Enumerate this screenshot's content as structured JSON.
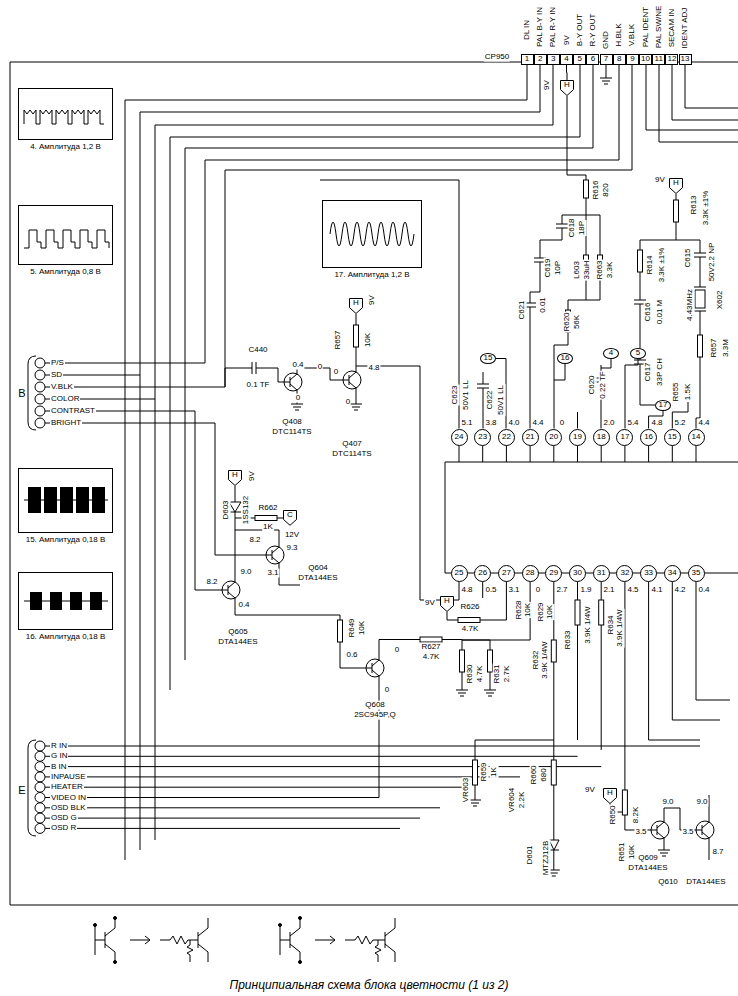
{
  "diagram": {
    "caption": "Принципиальная схема блока цветности (1 из 2)",
    "nodes": [
      {
        "text": [
          "1"
        ]
      },
      {
        "text": [
          "2"
        ]
      },
      {
        "text": [
          "3"
        ]
      },
      {
        "text": [
          "4"
        ]
      },
      {
        "text": [
          "5"
        ]
      },
      {
        "text": [
          "6"
        ]
      },
      {
        "text": [
          "7"
        ]
      },
      {
        "text": [
          "8"
        ]
      },
      {
        "text": [
          "9"
        ]
      },
      {
        "text": [
          "10"
        ]
      },
      {
        "text": [
          "11"
        ]
      },
      {
        "text": [
          "12"
        ]
      },
      {
        "text": [
          "13"
        ]
      },
      {
        "text": [
          "H"
        ]
      },
      {
        "text": [
          "H"
        ]
      },
      {
        "text": [
          "4. Амплитуда 1,2 В"
        ]
      },
      {
        "text": [
          "5. Амплитуда 0,8 В"
        ]
      },
      {
        "text": [
          "17. Амплитуда 1,2 В"
        ]
      },
      {
        "text": [
          "H"
        ]
      },
      {
        "text": [
          "15"
        ]
      },
      {
        "text": [
          "16"
        ]
      },
      {
        "text": [
          "4"
        ]
      },
      {
        "text": [
          "5"
        ]
      },
      {
        "text": [
          "17"
        ]
      },
      {
        "text": [
          "24"
        ]
      },
      {
        "text": [
          "23"
        ]
      },
      {
        "text": [
          "22"
        ]
      },
      {
        "text": [
          "21"
        ]
      },
      {
        "text": [
          "20"
        ]
      },
      {
        "text": [
          "19"
        ]
      },
      {
        "text": [
          "18"
        ]
      },
      {
        "text": [
          "17"
        ]
      },
      {
        "text": [
          "16"
        ]
      },
      {
        "text": [
          "15"
        ]
      },
      {
        "text": [
          "14"
        ]
      },
      {
        "text": [
          "H"
        ]
      },
      {
        "text": [
          "C"
        ]
      },
      {
        "text": [
          "15. Амплитуда 0,18 В"
        ]
      },
      {
        "text": [
          "25"
        ]
      },
      {
        "text": [
          "26"
        ]
      },
      {
        "text": [
          "27"
        ]
      },
      {
        "text": [
          "28"
        ]
      },
      {
        "text": [
          "29"
        ]
      },
      {
        "text": [
          "30"
        ]
      },
      {
        "text": [
          "31"
        ]
      },
      {
        "text": [
          "32"
        ]
      },
      {
        "text": [
          "33"
        ]
      },
      {
        "text": [
          "34"
        ]
      },
      {
        "text": [
          "35"
        ]
      },
      {
        "text": [
          "H"
        ]
      },
      {
        "text": [
          "16. Амплитуда 0,18 В"
        ]
      },
      {
        "text": [
          "H"
        ]
      }
    ],
    "edges": [
      {
        "from": 3,
        "to": 13,
        "arrow": "none"
      }
    ],
    "labels": [
      "CP950",
      "DL IN",
      "PAL B-Y IN",
      "PAL R-Y IN",
      "9V",
      "B-Y OUT",
      "R-Y OUT",
      "GND",
      "H.BLK",
      "V.BLK",
      "PAL IDENT",
      "PAL SW/NE",
      "SECAM IN",
      "IDENT ADJ",
      "9V",
      "9V",
      "R616",
      "820",
      "C618",
      "18P",
      "C619",
      "10P",
      "L603",
      "33uH",
      "R663",
      "3.3K",
      "C621",
      "0.01",
      "R620",
      "56K",
      "C620",
      "0.22 TF",
      "C623",
      "50V1 LL",
      "C622",
      "50V1 LL",
      "R613",
      "3.3K ±1%",
      "C615",
      "50V2.2 NP",
      "R614",
      "3.3K ±1%",
      "C616",
      "0.01 M",
      "4.43MHz",
      "X602",
      "R657",
      "3.3M",
      "C617",
      "33P CH",
      "R655",
      "1.5K",
      "5.1",
      "3.8",
      "4.0",
      "4.4",
      "0",
      "2.0",
      "5.4",
      "4.8",
      "5.2",
      "4.4",
      "4.8",
      "0.5",
      "3.1",
      "0",
      "2.7",
      "1.9",
      "2.1",
      "4.5",
      "4.1",
      "4.2",
      "0.4",
      "C440",
      "0.1 TF",
      "0.4",
      "0",
      "0",
      "Q408",
      "DTC114TS",
      "R657",
      "10K",
      "9V",
      "0",
      "4.8",
      "0",
      "Q407",
      "DTC114TS",
      "D603",
      "1SS132",
      "9V",
      "R662",
      "1K",
      "12V",
      "8.2",
      "9.3",
      "3.1",
      "Q604",
      "DTA144ES",
      "8.2",
      "9.0",
      "0.4",
      "Q605",
      "DTA144ES",
      "R649",
      "10K",
      "0.6",
      "0",
      "0",
      "Q608",
      "2SC945P,Q",
      "9V",
      "R626",
      "4.7K",
      "R627",
      "4.7K",
      "R628",
      "10K",
      "R629",
      "10K",
      "R630",
      "4.7K",
      "R631",
      "2.7K",
      "R632",
      "3.9K 1/4W",
      "R633",
      "3.9K 1/4W",
      "R634",
      "3.9K 1/4W",
      "VR603",
      "R659",
      "1K",
      "VR604",
      "2.2K",
      "R660",
      "680",
      "D601",
      "MTZJ12B",
      "9V",
      "R650",
      "8.2K",
      "9.0",
      "3.5",
      "R651",
      "10K",
      "Q609",
      "DTA144ES",
      "9.0",
      "3.5",
      "8.7",
      "Q610",
      "DTA144ES",
      "B",
      "P/S",
      "SD",
      "V.BLK",
      "COLOR",
      "CONTRAST",
      "BRIGHT",
      "E",
      "R IN",
      "G IN",
      "B IN",
      "INPAUSE",
      "HEATER",
      "VIDEO IN",
      "OSD BLK",
      "OSD G",
      "OSD R"
    ]
  }
}
